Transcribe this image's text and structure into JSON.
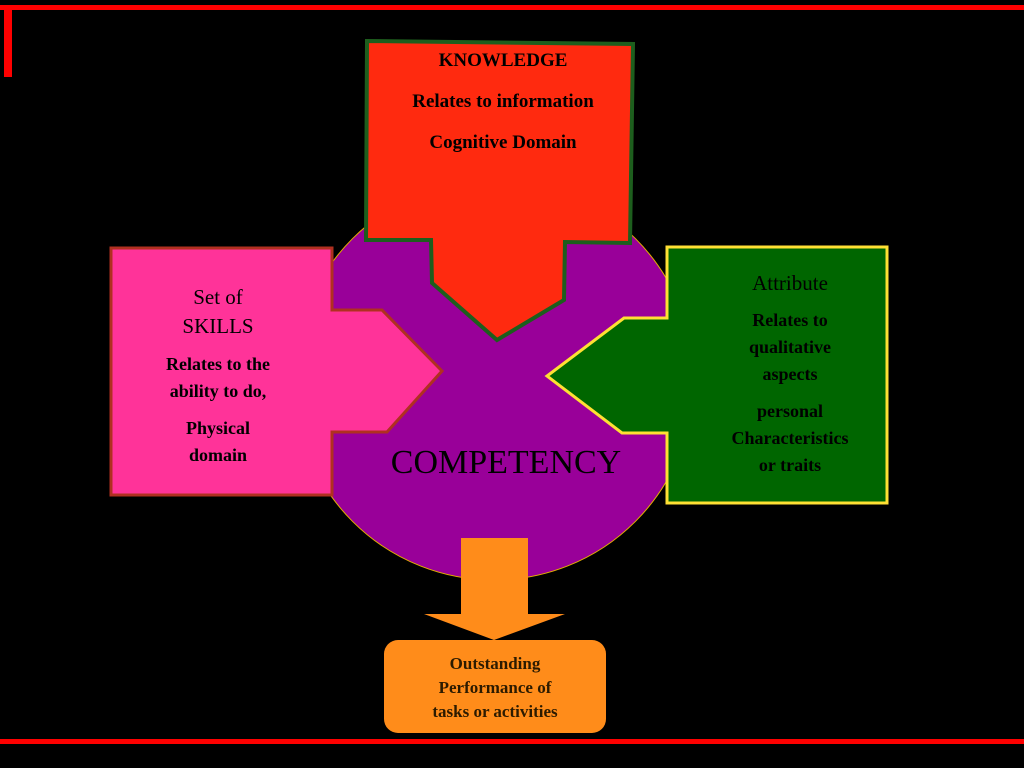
{
  "knowledge": {
    "title": "KNOWLEDGE",
    "line1": "Relates to information",
    "line2": "Cognitive Domain"
  },
  "skills": {
    "title_line1": "Set of",
    "title_line2": "SKILLS",
    "desc_line1": "Relates to the",
    "desc_line2": "ability to do,",
    "domain_line1": "Physical",
    "domain_line2": "domain"
  },
  "attribute": {
    "title": "Attribute",
    "desc_line1": "Relates to",
    "desc_line2": "qualitative",
    "desc_line3": "aspects",
    "traits_line1": "personal",
    "traits_line2": "Characteristics",
    "traits_line3": "or traits"
  },
  "center": {
    "label": "COMPETENCY"
  },
  "outcome": {
    "line1": "Outstanding",
    "line2": "Performance of",
    "line3": "tasks or activities"
  },
  "colors": {
    "background": "#000000",
    "frame_red": "#ff0000",
    "circle_purple": "#990099",
    "knowledge_red": "#ff2a0f",
    "knowledge_border": "#1d5e1d",
    "skills_pink": "#ff3399",
    "skills_border": "#b03020",
    "attribute_green": "#006600",
    "attribute_border": "#ffe033",
    "outcome_orange": "#ff8c1a"
  }
}
